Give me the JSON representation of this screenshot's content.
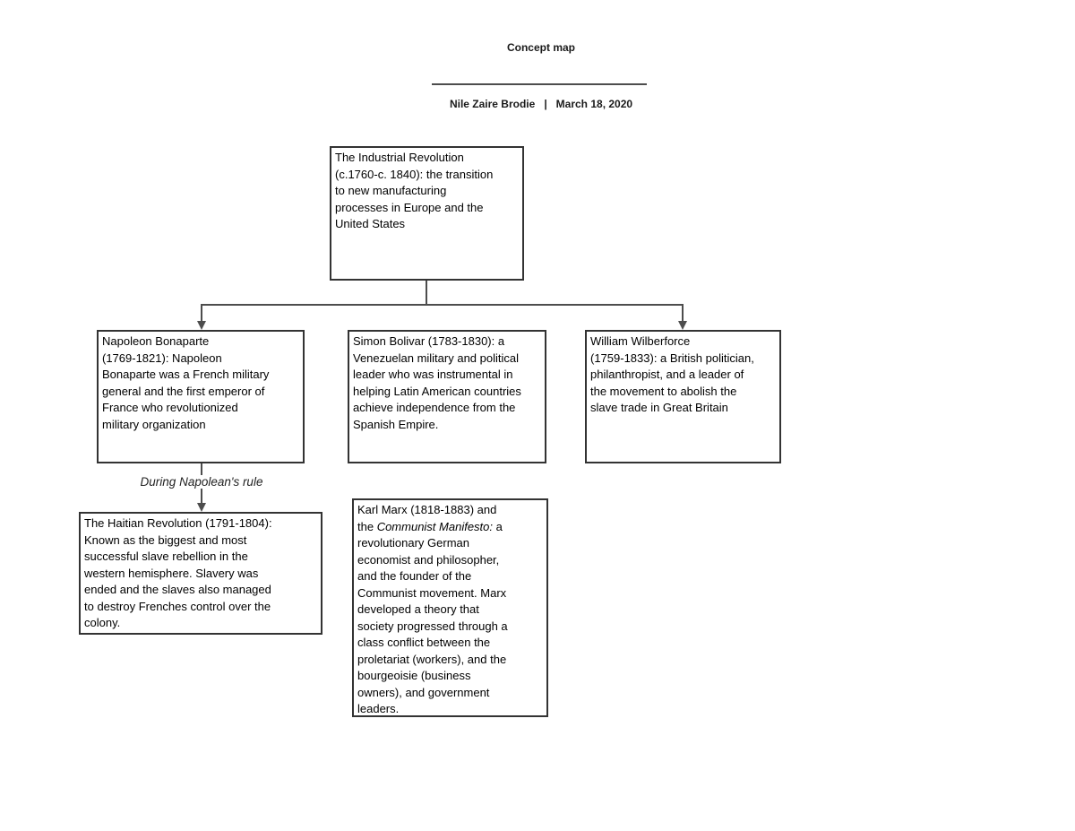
{
  "header": {
    "title": "Concept map",
    "author": "Nile Zaire Brodie",
    "divider": "|",
    "date": "March 18, 2020"
  },
  "nodes": {
    "industrial_revolution": {
      "lines": [
        "The Industrial Revolution",
        "(c.1760-c. 1840): the transition",
        "to new manufacturing",
        "processes in Europe and the",
        "United States"
      ]
    },
    "napoleon": {
      "lines": [
        "Napoleon Bonaparte",
        "(1769-1821): Napoleon",
        "Bonaparte was a French military",
        "general and the first emperor of",
        "France who revolutionized",
        "military organization"
      ]
    },
    "bolivar": {
      "lines": [
        "Simon Bolivar (1783-1830): a",
        "Venezuelan military and political",
        "leader who was instrumental in",
        "helping Latin American countries",
        "achieve independence from the",
        "Spanish Empire."
      ]
    },
    "wilberforce": {
      "lines": [
        "William Wilberforce",
        "(1759-1833): a British politician,",
        "philanthropist, and a leader of",
        "the movement to abolish the",
        "slave trade in Great Britain"
      ]
    },
    "haitian": {
      "lines": [
        "The Haitian Revolution (1791-1804):",
        "Known as the biggest and most",
        "successful slave rebellion in the",
        "western hemisphere. Slavery was",
        "ended and the slaves also managed",
        "to destroy Frenches control over the",
        "colony."
      ]
    },
    "marx": {
      "prefix_lines": [
        "Karl Marx (1818-1883) and",
        "the "
      ],
      "italic": "Communist Manifesto:",
      "suffix_lines": [
        " a",
        "revolutionary German",
        "economist and philosopher,",
        "and the founder of the",
        "Communist movement. Marx",
        "developed a theory that",
        "society progressed through a",
        "class conflict between the",
        "proletariat (workers), and the",
        "bourgeoisie (business",
        "owners), and government",
        "leaders."
      ]
    }
  },
  "edge_labels": {
    "napoleon_to_haitian": "During Napolean's rule"
  },
  "colors": {
    "box_border": "#333333",
    "connector": "#4d4d4d",
    "text": "#000000",
    "background": "#ffffff"
  }
}
